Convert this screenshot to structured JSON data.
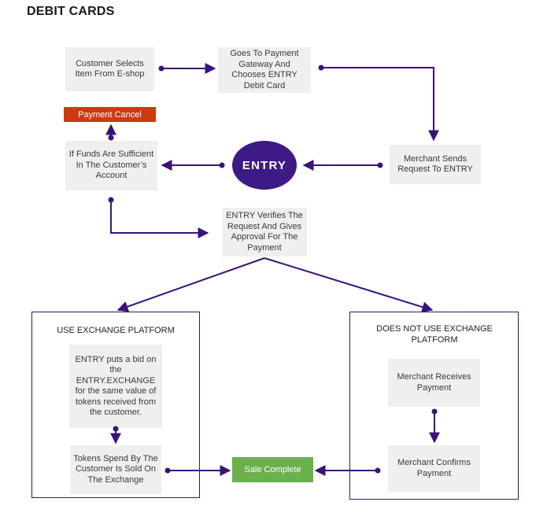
{
  "title": "DEBIT CARDS",
  "nodes": {
    "customer_selects": "Customer Selects Item From E-shop",
    "payment_gateway": "Goes To Payment Gateway And Chooses ENTRY Debit Card",
    "payment_cancel": "Payment Cancel",
    "funds_sufficient": "If Funds Are Sufficient In The Customer’s Account",
    "entry_logo": "ENTRY",
    "merchant_sends": "Merchant Sends Request To ENTRY",
    "entry_verifies": "ENTRY Verifies The Request And Gives Approval For The Payment",
    "entry_puts_bid": "ENTRY puts a bid on the ENTRY.EXCHANGE for the same value of tokens received from the customer.",
    "tokens_spend": "Tokens Spend By The Customer Is Sold On The Exchange",
    "sale_complete": "Sale Complete",
    "merchant_receives": "Merchant Receives Payment",
    "merchant_confirms": "Merchant Confirms Payment"
  },
  "panels": {
    "left_title": "USE EXCHANGE PLATFORM",
    "right_title": "DOES NOT USE EXCHANGE PLATFORM"
  },
  "colors": {
    "arrow": "#3a1378",
    "box_bg": "#efefef",
    "cancel": "#cc3a12",
    "sale": "#6ab04c",
    "logo_bg": "#3e1a86"
  }
}
